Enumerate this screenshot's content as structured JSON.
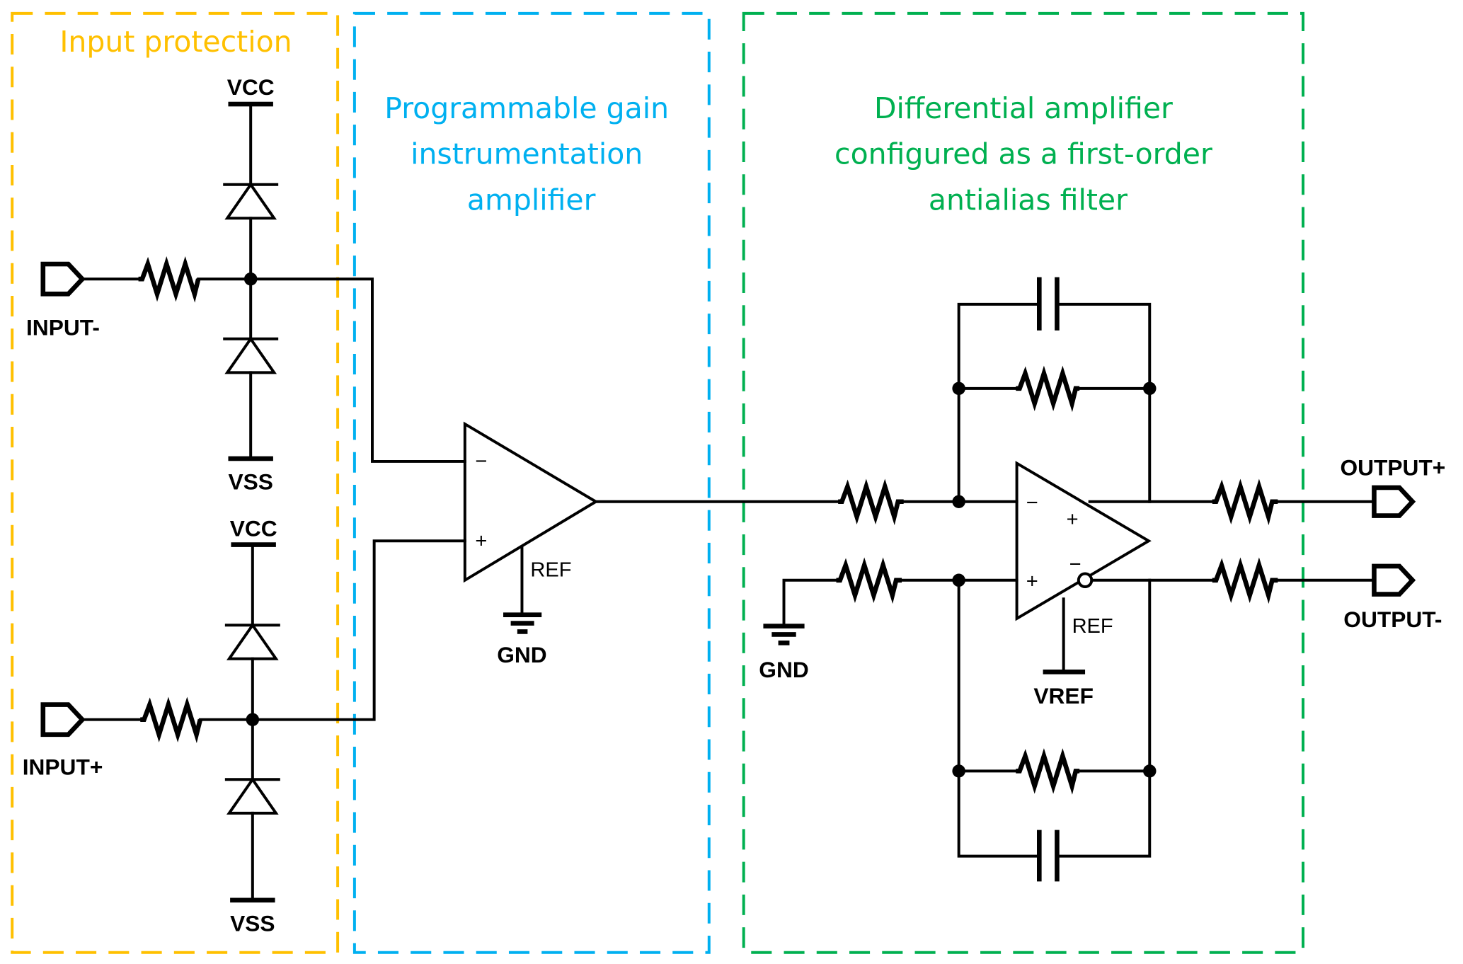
{
  "blocks": {
    "input_protection": {
      "title": [
        "Input protection"
      ],
      "color": "#FFC000"
    },
    "pga": {
      "title": [
        "Programmable gain",
        "instrumentation",
        "amplifier"
      ],
      "color": "#00B0F0"
    },
    "diff_amp": {
      "title": [
        "Differential amplifier",
        "configured as a first-order",
        "antialias filter"
      ],
      "color": "#00B050"
    }
  },
  "labels": {
    "input_minus": "INPUT-",
    "input_plus": "INPUT+",
    "vcc": "VCC",
    "vss": "VSS",
    "gnd": "GND",
    "ref": "REF",
    "vref": "VREF",
    "output_plus": "OUTPUT+",
    "output_minus": "OUTPUT-",
    "minus_sign": "−",
    "plus_sign": "+"
  }
}
